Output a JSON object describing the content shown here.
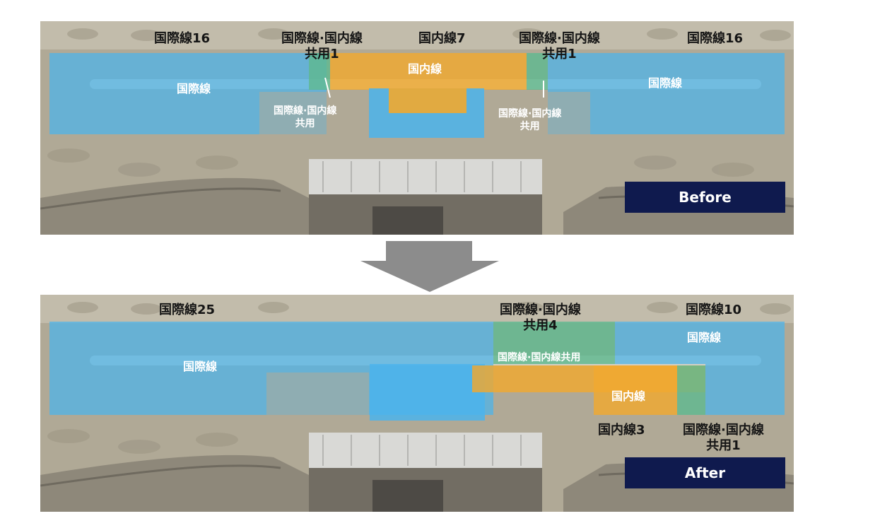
{
  "before": {
    "badge": "Before",
    "labels": {
      "intl_left": "国際線16",
      "shared_left_l1": "国際線·国内線",
      "shared_left_l2": "共用1",
      "domestic": "国内線7",
      "shared_right_l1": "国際線·国内線",
      "shared_right_l2": "共用1",
      "intl_right": "国際線16"
    },
    "zones": {
      "intl_left": "国際線",
      "domestic": "国内線",
      "intl_right": "国際線",
      "callout_left_l1": "国際線·国内線",
      "callout_left_l2": "共用",
      "callout_right_l1": "国際線·国内線",
      "callout_right_l2": "共用"
    }
  },
  "after": {
    "badge": "After",
    "labels": {
      "intl_left": "国際線25",
      "shared_top_l1": "国際線·国内線",
      "shared_top_l2": "共用4",
      "intl_right": "国際線10",
      "domestic": "国内線3",
      "shared_bottom_l1": "国際線·国内線",
      "shared_bottom_l2": "共用1"
    },
    "zones": {
      "intl_left": "国際線",
      "intl_right": "国際線",
      "shared": "国際線·国内線共用",
      "domestic": "国内線"
    }
  },
  "legend_colors": {
    "international": "#4bb4ec",
    "domestic": "#f0a830",
    "shared": "#5fb890",
    "badge": "#0f1a4e"
  }
}
